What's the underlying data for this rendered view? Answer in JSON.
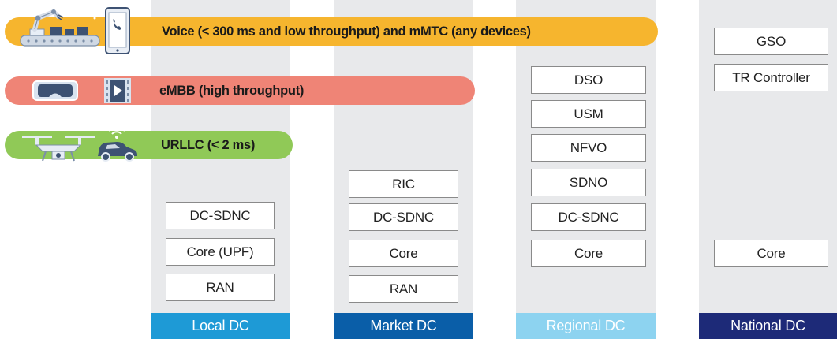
{
  "colors": {
    "column_bg": "#e8e9eb",
    "local": "#1e9ad6",
    "market": "#0a5ea8",
    "regional": "#8dd3f0",
    "national": "#1d2a78",
    "voice_band": "#f6b52e",
    "embb_band": "#ef8476",
    "urllc_band": "#90c957"
  },
  "bands": {
    "voice": {
      "label": "Voice (< 300 ms and low throughput) and mMTC (any devices)",
      "icons": [
        "robot-arm-conveyor-icon",
        "smartphone-call-icon"
      ]
    },
    "embb": {
      "label": "eMBB (high throughput)",
      "icons": [
        "vr-headset-icon",
        "video-play-icon"
      ]
    },
    "urllc": {
      "label": "URLLC (< 2 ms)",
      "icons": [
        "drone-icon",
        "connected-car-icon"
      ]
    }
  },
  "columns": {
    "local": {
      "footer": "Local DC",
      "boxes": [
        "DC-SDNC",
        "Core (UPF)",
        "RAN"
      ]
    },
    "market": {
      "footer": "Market DC",
      "boxes": [
        "RIC",
        "DC-SDNC",
        "Core",
        "RAN"
      ]
    },
    "regional": {
      "footer": "Regional DC",
      "boxes": [
        "DSO",
        "USM",
        "NFVO",
        "SDNO",
        "DC-SDNC",
        "Core"
      ]
    },
    "national": {
      "footer": "National DC",
      "boxes": [
        "GSO",
        "TR Controller",
        "Core"
      ]
    }
  }
}
